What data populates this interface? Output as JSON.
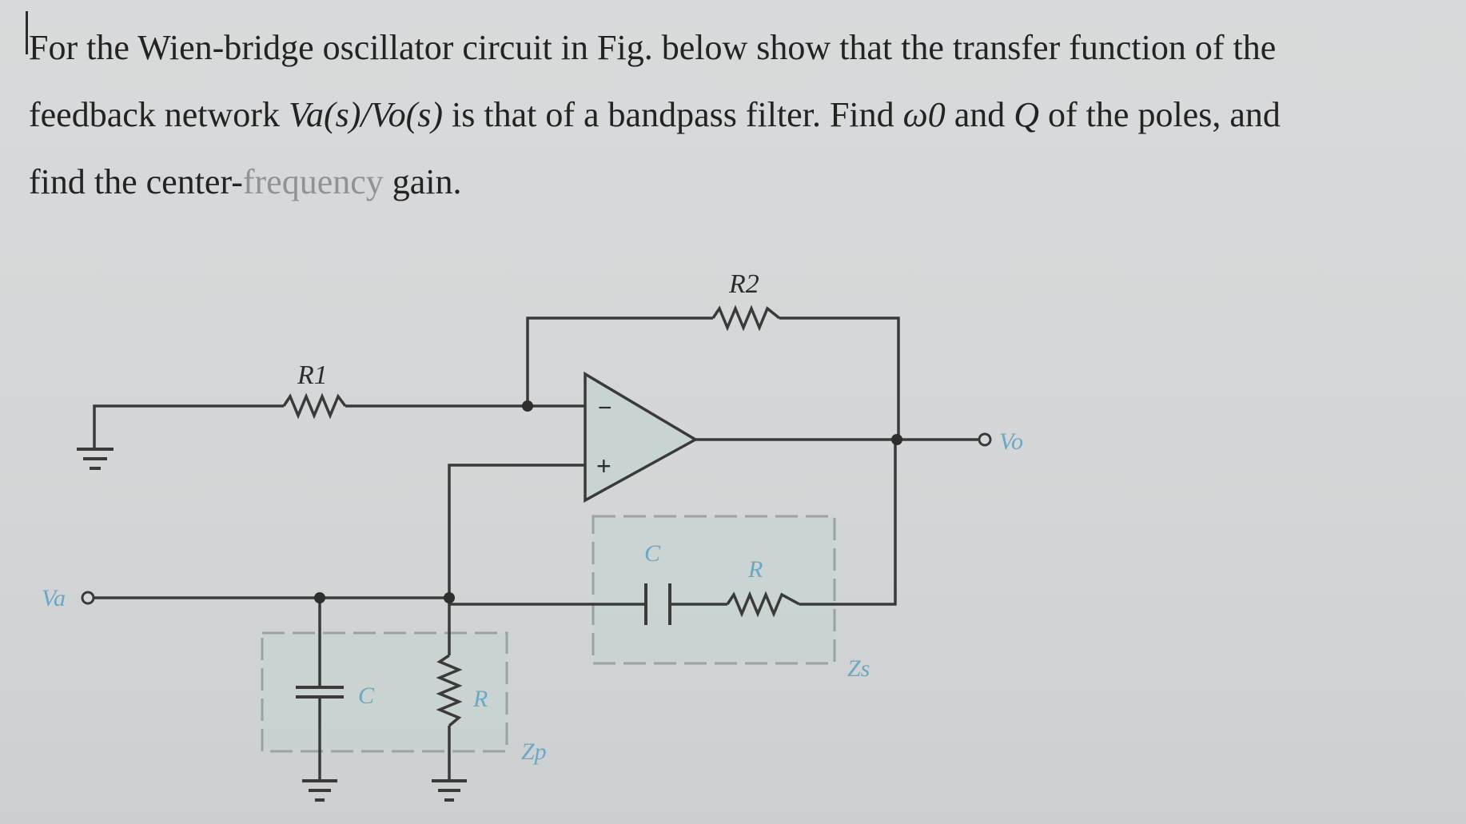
{
  "question": {
    "line1": "For the Wien-bridge oscillator circuit in Fig. below show that the transfer function of the",
    "line2_a": "feedback network ",
    "line2_ratio": "Va(s)/Vo(s)",
    "line2_b": " is that of a bandpass filter. Find ",
    "line2_omega": "ω0",
    "line2_c": " and ",
    "line2_q": "Q",
    "line2_d": " of the poles, and",
    "line3_a": "find the center-",
    "line3_faded": "frequency",
    "line3_b": " gain."
  },
  "diagram": {
    "labels": {
      "r1": "R1",
      "r2": "R2",
      "series_c": "C",
      "series_r": "R",
      "shunt_c": "C",
      "shunt_r": "R",
      "z_series": "Zs",
      "z_parallel": "Zp",
      "va": "Va",
      "vo": "Vo",
      "opamp_minus": "−",
      "opamp_plus": "+"
    },
    "colors": {
      "wire": "#3a3a3a",
      "box_fill": "#c5d3cf",
      "label_blue": "#6aa8c6"
    }
  }
}
